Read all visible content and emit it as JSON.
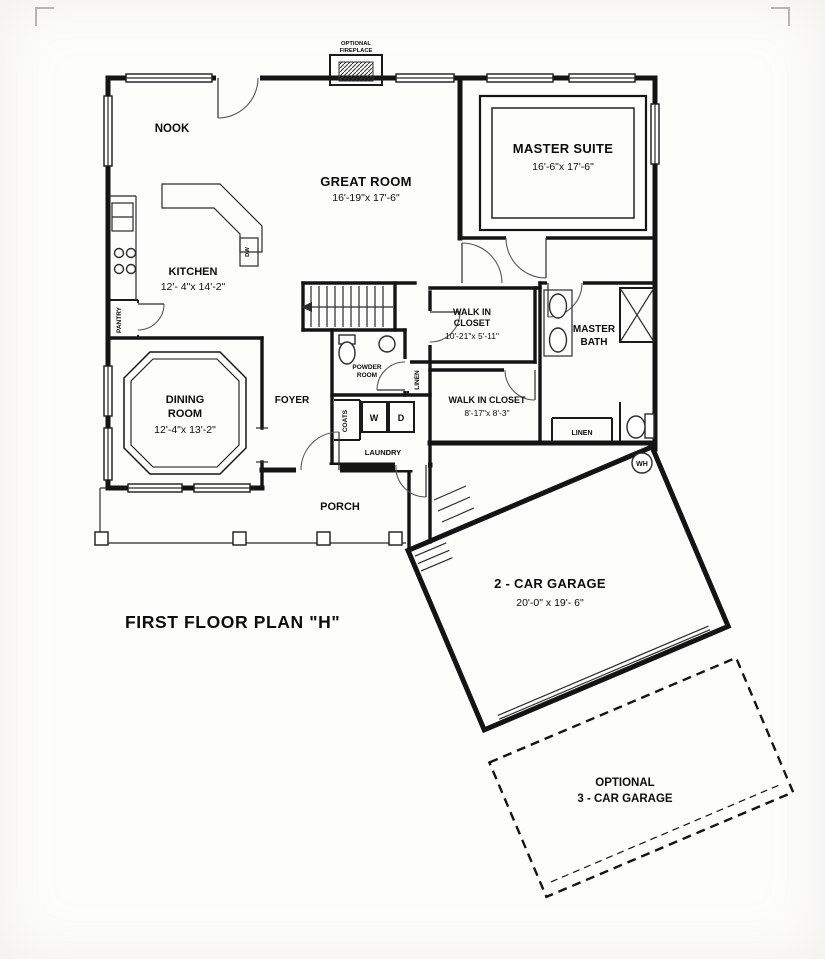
{
  "plan": {
    "title": "FIRST FLOOR PLAN \"H\"",
    "fireplace": {
      "line1": "OPTIONAL",
      "line2": "FIREPLACE"
    },
    "rooms": {
      "nook": {
        "name": "NOOK"
      },
      "great_room": {
        "name": "GREAT ROOM",
        "dims": "16'-19\"x 17'-6\""
      },
      "master_suite": {
        "name": "MASTER SUITE",
        "dims": "16'-6\"x 17'-6\""
      },
      "kitchen": {
        "name": "KITCHEN",
        "dims": "12'- 4\"x 14'-2\""
      },
      "dining": {
        "name1": "DINING",
        "name2": "ROOM",
        "dims": "12'-4\"x 13'-2\""
      },
      "foyer": {
        "name": "FOYER"
      },
      "powder": {
        "name1": "POWDER",
        "name2": "ROOM"
      },
      "wic1": {
        "name1": "WALK IN",
        "name2": "CLOSET",
        "dims": "10'-21\"x 5'-11\""
      },
      "master_bath": {
        "name1": "MASTER",
        "name2": "BATH"
      },
      "wic2": {
        "name": "WALK IN CLOSET",
        "dims": "8'-17\"x 8'-3\""
      },
      "laundry": {
        "name": "LAUNDRY"
      },
      "porch": {
        "name": "PORCH"
      },
      "garage2": {
        "name": "2 - CAR GARAGE",
        "dims": "20'-0\" x 19'- 6\""
      },
      "garage3": {
        "name1": "OPTIONAL",
        "name2": "3 - CAR GARAGE"
      }
    },
    "closets": {
      "pantry": "PANTRY",
      "linen_hall": "LINEN",
      "linen_bath": "LINEN",
      "coats": "COATS"
    },
    "appliances": {
      "washer": "W",
      "dryer": "D",
      "dishwasher": "DW",
      "water_heater": "WH"
    }
  }
}
